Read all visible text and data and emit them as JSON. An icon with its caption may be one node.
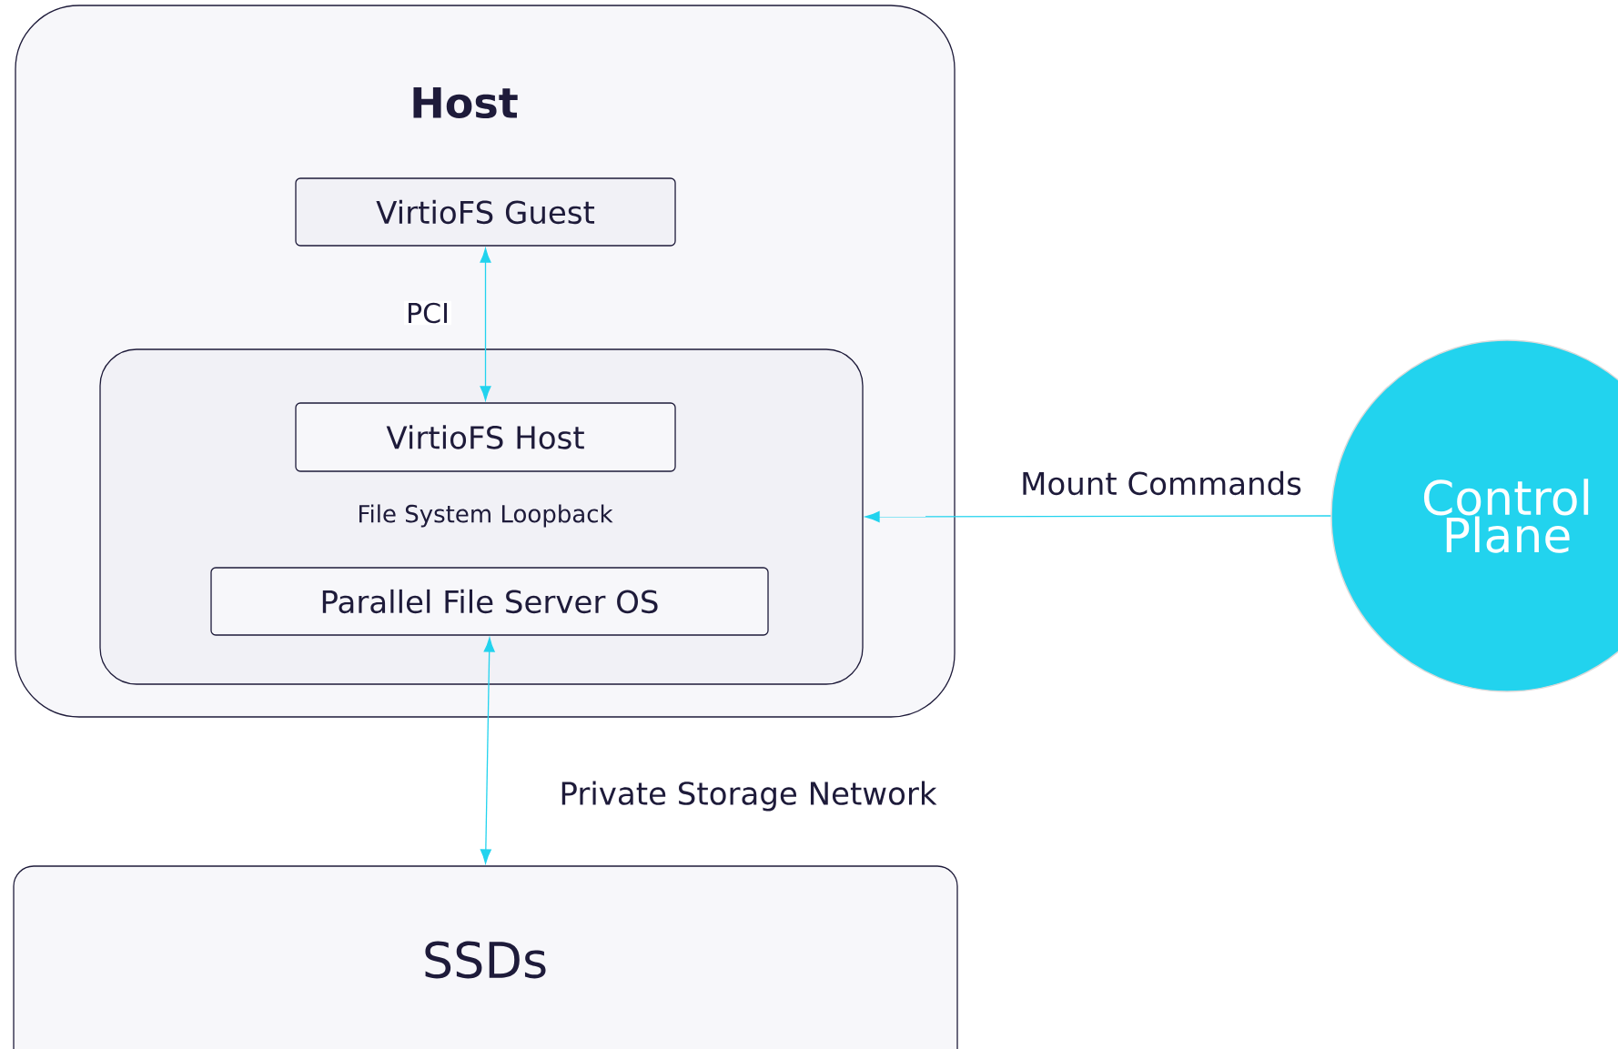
{
  "diagram": {
    "nodes": [
      {
        "text": [
          "Host"
        ]
      },
      {
        "text": [
          "VirtioFS Guest"
        ],
        "in": 0
      },
      {
        "text": [
          "VirtioFS Host"
        ],
        "in": 3
      },
      {
        "text": [
          "File System Loopback"
        ],
        "in": 0
      },
      {
        "text": [
          "Parallel File Server OS"
        ],
        "in": 3
      },
      {
        "text": [
          "SSDs"
        ]
      },
      {
        "text": [
          "Control Plane"
        ]
      }
    ],
    "edges": [
      {
        "from": 1,
        "to": 2,
        "arrow": "both",
        "label": "PCI"
      },
      {
        "from": 4,
        "to": 5,
        "arrow": "both",
        "label": "Private Storage Network"
      },
      {
        "from": 6,
        "to": 3,
        "arrow": "to",
        "label": "Mount Commands"
      }
    ]
  }
}
